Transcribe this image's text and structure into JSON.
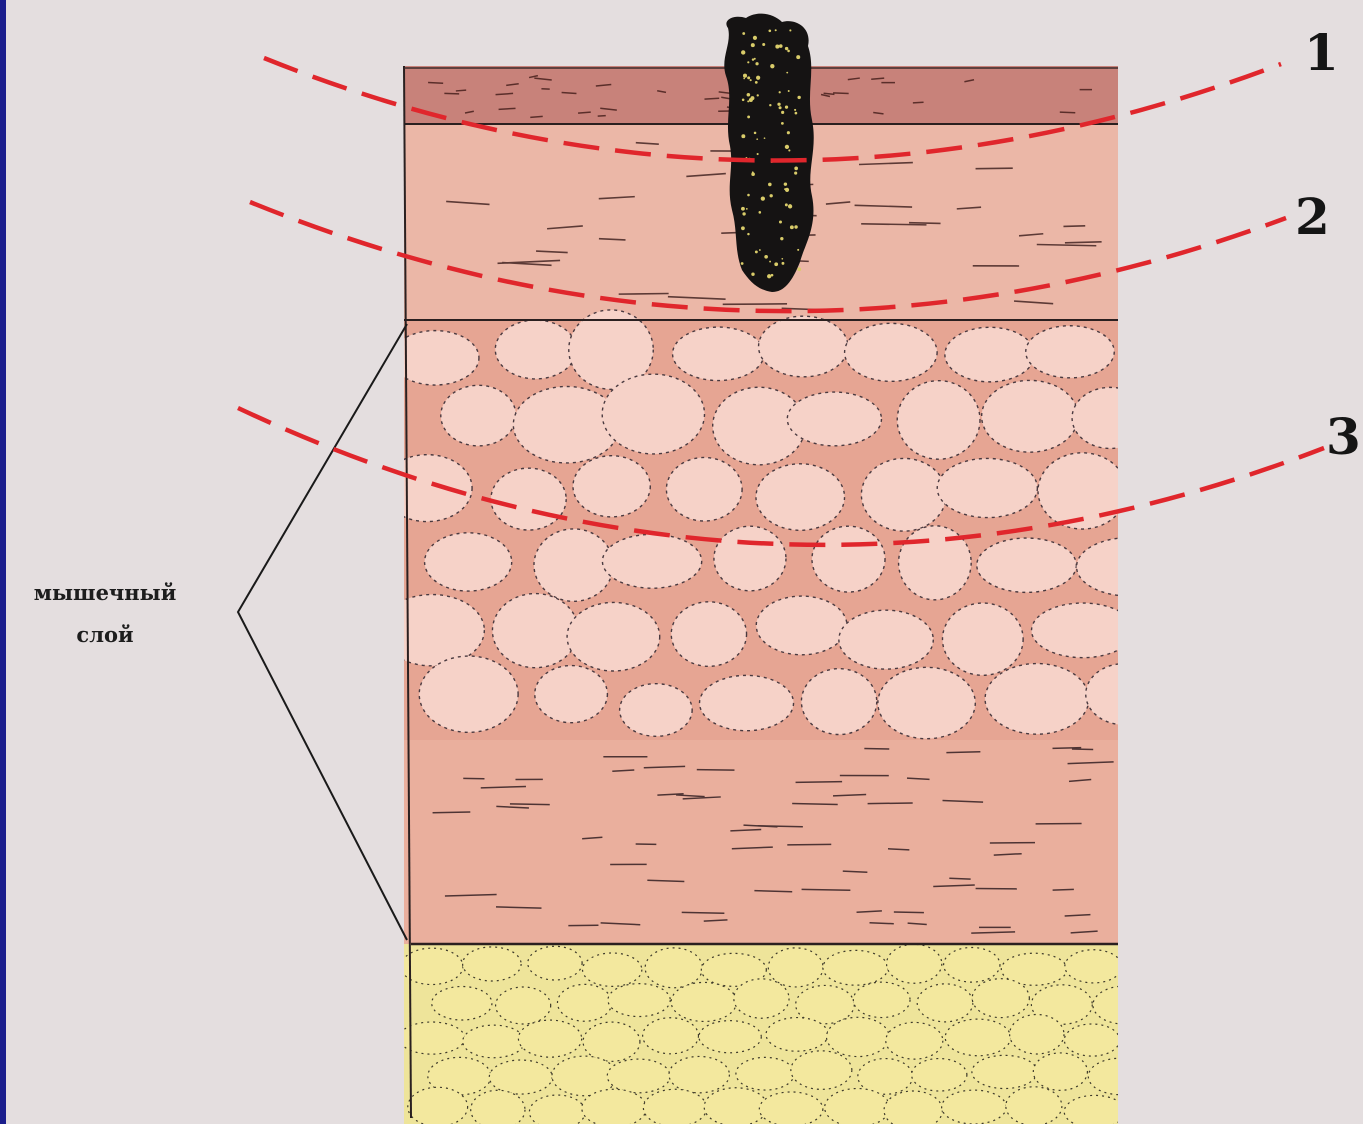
{
  "levels": [
    {
      "label": "1"
    },
    {
      "label": "2"
    },
    {
      "label": "3"
    }
  ],
  "muscle_layer": {
    "line1": "мышечный",
    "line2": "слой"
  },
  "colors": {
    "background": "#e4dedf",
    "slide_frame": "#1a1d8c",
    "skin_surface": "#c9807a",
    "dermis": "#eab4a4",
    "muscle": "#e8a896",
    "muscle_cells": "#f5cfc6",
    "fat": "#ede38c",
    "wound_channel": "#141414",
    "cut_lines": "#e0262c"
  }
}
